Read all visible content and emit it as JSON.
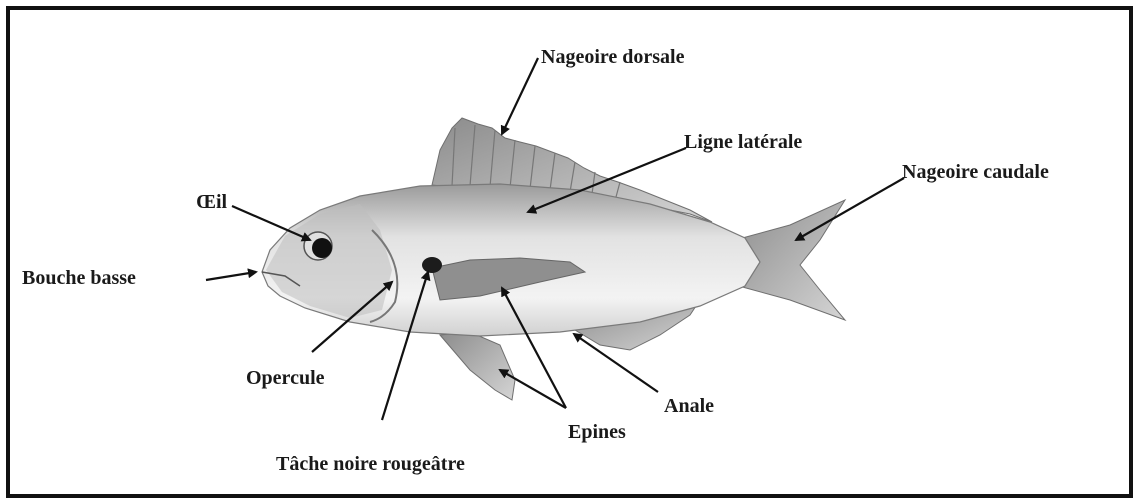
{
  "labels": {
    "dorsal_fin": "Nageoire dorsale",
    "lateral_line": "Ligne latérale",
    "caudal_fin": "Nageoire caudale",
    "eye": "Œil",
    "low_mouth": "Bouche basse",
    "operculum": "Opercule",
    "anal": "Anale",
    "spines": "Epines",
    "dark_spot": "Tâche noire rougeâtre"
  },
  "colors": {
    "frame": "#111111",
    "background": "#ffffff",
    "text": "#1a1a1a",
    "fish_body": "#e9e9e9",
    "fish_fin": "#b9b9b9",
    "fish_shadow": "#8a8a8a"
  }
}
